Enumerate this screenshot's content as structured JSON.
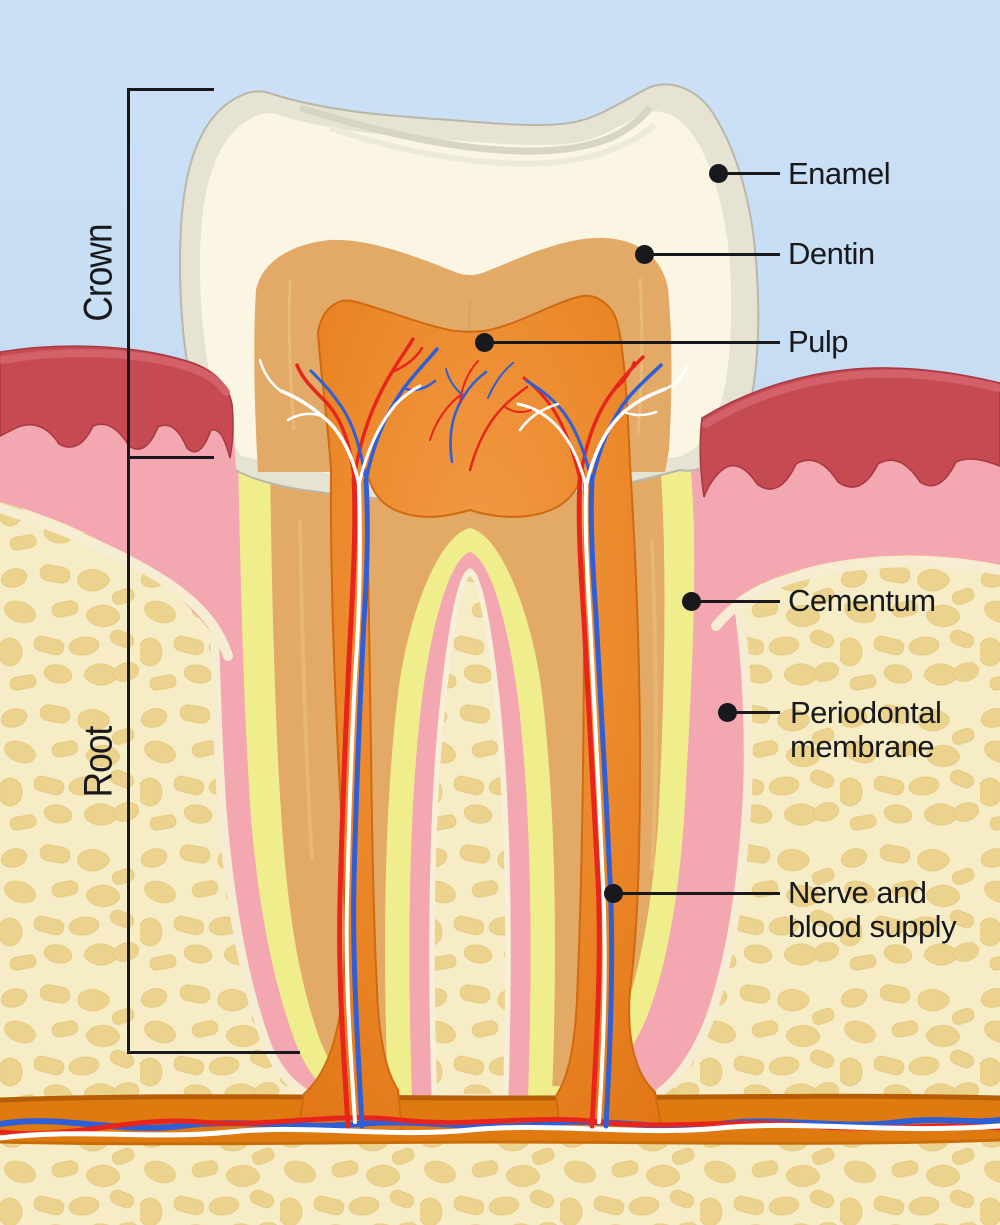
{
  "diagram": {
    "subject": "Tooth cross-section anatomy",
    "callouts": {
      "enamel": "Enamel",
      "dentin": "Dentin",
      "pulp": "Pulp",
      "cementum": "Cementum",
      "periodontal": "Periodontal membrane",
      "nerve": "Nerve and blood supply"
    },
    "brackets": {
      "crown": "Crown",
      "root": "Root"
    },
    "colors": {
      "sky": "#bfd9f2",
      "bone_base": "#f6ecc6",
      "bone_blob": "#ecd28a",
      "gum_dark_red": "#c64a52",
      "gum_pink": "#f2a7b1",
      "cementum_yellow": "#f0ee8c",
      "dentin_tan": "#e2aa66",
      "pulp_orange": "#e67c1d",
      "canal_orange": "#df7a10",
      "enamel_cream": "#faf6e3",
      "enamel_rim": "#e6e3d2",
      "artery_red": "#e8251d",
      "vein_blue": "#2e5fd7",
      "nerve_white": "#ffffff",
      "annotation": "#17191d"
    }
  }
}
